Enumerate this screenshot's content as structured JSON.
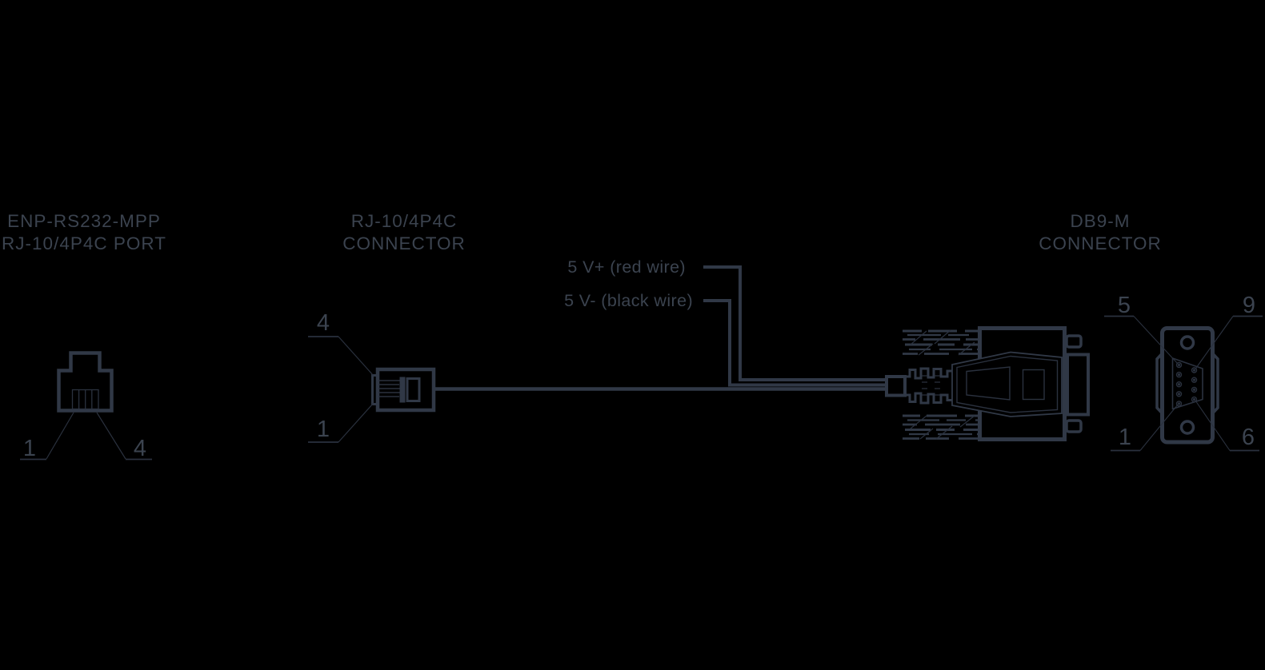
{
  "colors": {
    "background": "#000000",
    "line": "#303846",
    "line_dim": "#2a313e",
    "text": "#3b434f"
  },
  "titles": {
    "port_line1": "ENP-RS232-MPP",
    "port_line2": "RJ-10/4P4C PORT",
    "rj_line1": "RJ-10/4P4C",
    "rj_line2": "CONNECTOR",
    "db9_line1": "DB9-M",
    "db9_line2": "CONNECTOR"
  },
  "wires": {
    "red_label": "5 V+ (red wire)",
    "black_label": "5 V- (black wire)"
  },
  "pins": {
    "port_left": "1",
    "port_right": "4",
    "rj_top": "4",
    "rj_bottom": "1",
    "db9_top_left": "5",
    "db9_top_right": "9",
    "db9_bottom_left": "1",
    "db9_bottom_right": "6"
  }
}
